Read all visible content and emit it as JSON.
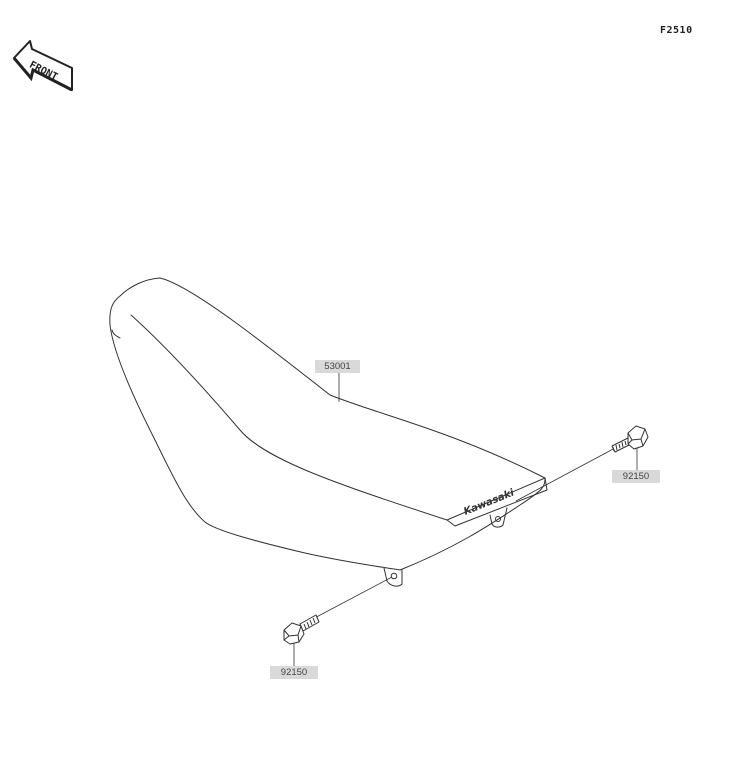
{
  "figure": {
    "code": "F2510",
    "front_arrow_text": "FRONT"
  },
  "parts": {
    "seat": {
      "number": "53001"
    },
    "bolt_right": {
      "number": "92150"
    },
    "bolt_left": {
      "number": "92150"
    }
  },
  "seat_logo": "Kawasaki",
  "colors": {
    "line": "#333333",
    "label_bg": "#d9d9d9",
    "label_text": "#444444"
  }
}
